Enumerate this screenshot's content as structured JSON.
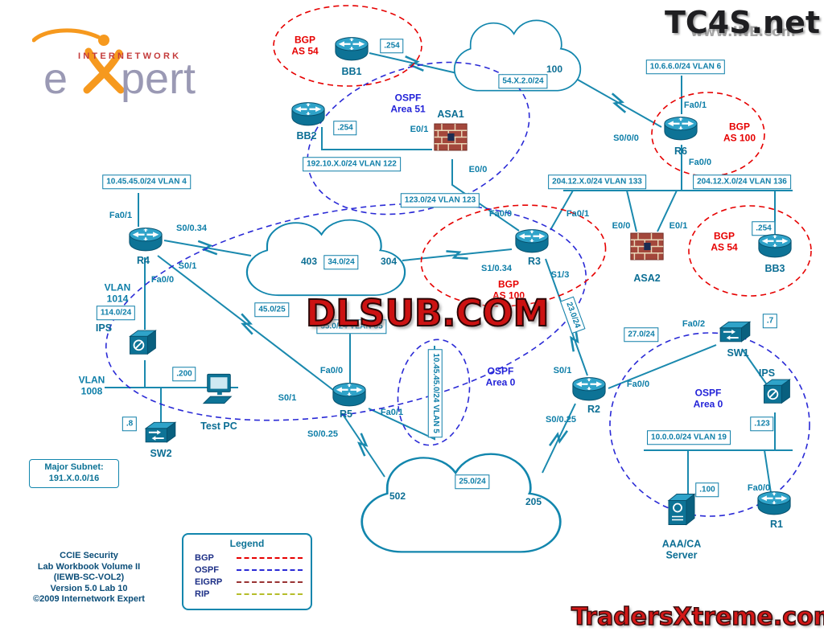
{
  "watermarks": {
    "top_right": "TC4S.net",
    "top_right_sub": "www.INE.com",
    "center": "DLSUB.COM",
    "bottom_right": "TradersXtreme.com"
  },
  "logo": {
    "brand_top": "INTERNETWORK",
    "brand_e": "e",
    "brand_pert": "pert"
  },
  "nodes": {
    "bb1": "BB1",
    "bb2": "BB2",
    "bb3": "BB3",
    "r1": "R1",
    "r2": "R2",
    "r3": "R3",
    "r4": "R4",
    "r5": "R5",
    "r6": "R6",
    "sw1": "SW1",
    "sw2": "SW2",
    "asa1": "ASA1",
    "asa2": "ASA2",
    "ips1": "IPS",
    "ips2": "IPS",
    "testpc": "Test PC",
    "aaa": "AAA/CA\nServer"
  },
  "ports": {
    "asa1_e01": "E0/1",
    "asa1_e00": "E0/0",
    "r6_fa01": "Fa0/1",
    "r6_s000": "S0/0/0",
    "r6_fa00": "Fa0/0",
    "asa2_e00": "E0/0",
    "asa2_e01": "E0/1",
    "r3_fa00": "Fa0/0",
    "r3_fa01": "Fa0/1",
    "r3_s1034": "S1/0.34",
    "r3_s13": "S1/3",
    "r4_fa01": "Fa0/1",
    "r4_s0034": "S0/0.34",
    "r4_s01": "S0/1",
    "r4_fa00": "Fa0/0",
    "r5_fa00": "Fa0/0",
    "r5_s01": "S0/1",
    "r5_fa01": "Fa0/1",
    "r5_s0025": "S0/0.25",
    "r2_s01": "S0/1",
    "r2_fa00": "Fa0/0",
    "r2_s0025": "S0/0.25",
    "sw1_fa02": "Fa0/2",
    "r1_fa00": "Fa0/0"
  },
  "boxes": {
    "bb1_ip": ".254",
    "bb2_ip": ".254",
    "bb3_ip": ".254",
    "cloud_top": "54.X.2.0/24",
    "vlan6": "10.6.6.0/24 VLAN 6",
    "vlan122": "192.10.X.0/24 VLAN 122",
    "vlan123": "123.0/24 VLAN 123",
    "vlan133": "204.12.X.0/24 VLAN 133",
    "vlan136": "204.12.X.0/24 VLAN 136",
    "vlan4": "10.45.45.0/24 VLAN 4",
    "net114": "114.0/24",
    "net34": "34.0/24",
    "net45": "45.0/25",
    "vlan55": "55.0/24 VLAN 55",
    "vlan5": "10.45.45.0/24 VLAN 5",
    "net23": "23.0/24",
    "net27": "27.0/24",
    "sw1_ip": ".7",
    "ips2_ip": ".123",
    "vlan19": "10.0.0.0/24 VLAN 19",
    "aaa_ip": ".100",
    "pc_ip": ".200",
    "sw2_ip": ".8",
    "net25": "25.0/24"
  },
  "annotations": {
    "bgp_as54_top": "BGP\nAS 54",
    "bgp_as100_r6": "BGP\nAS 100",
    "bgp_as54_bb3": "BGP\nAS 54",
    "bgp_as100_r3": "BGP\nAS 100",
    "ospf_area51": "OSPF\nArea 51",
    "ospf_area0_mid": "OSPF\nArea 0",
    "ospf_area0_right": "OSPF\nArea 0",
    "vlan_1014": "VLAN\n1014",
    "vlan_1008": "VLAN\n1008",
    "dlci_100": "100",
    "dlci_403": "403",
    "dlci_304": "304",
    "dlci_502": "502",
    "dlci_205": "205"
  },
  "legend": {
    "title": "Legend",
    "items": [
      {
        "label": "BGP",
        "color": "#e60000"
      },
      {
        "label": "OSPF",
        "color": "#2a2ad6"
      },
      {
        "label": "EIGRP",
        "color": "#993333"
      },
      {
        "label": "RIP",
        "color": "#b5bd2a"
      }
    ]
  },
  "major_subnet": {
    "title": "Major Subnet:",
    "value": "191.X.0.0/16"
  },
  "footer": {
    "lines": [
      "CCIE Security",
      "Lab Workbook Volume II",
      "(IEWB-SC-VOL2)",
      "Version 5.0 Lab 10",
      "©2009 Internetwork Expert"
    ]
  },
  "colors": {
    "link": "#1a89ae",
    "bgp": "#e60000",
    "ospf": "#2a2ad6",
    "eigrp": "#993333",
    "rip": "#b5bd2a"
  }
}
